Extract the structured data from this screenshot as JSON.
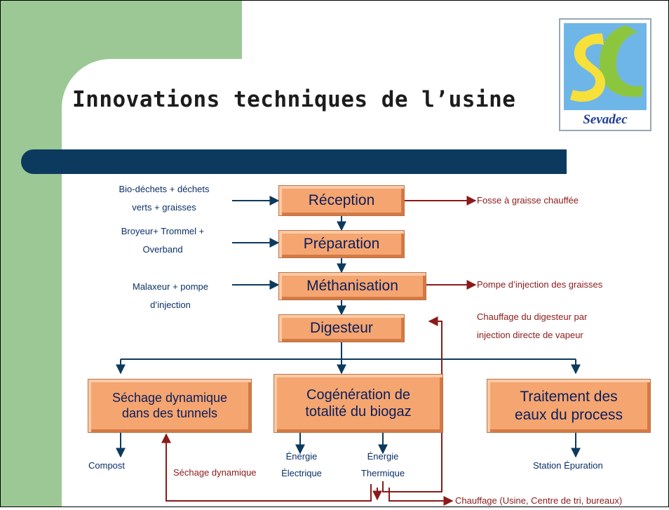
{
  "slide": {
    "title": "Innovations techniques de l’usine",
    "logo_text": "Sevadec",
    "colors": {
      "green_band": "#9bc895",
      "navy_bar": "#0c3a5e",
      "box": "#f5a570",
      "input_arrow": "#0c3a5e",
      "heat_arrow": "#8b1a1a"
    }
  },
  "process": {
    "reception": "Réception",
    "preparation": "Préparation",
    "methanisation": "Méthanisation",
    "digesteur": "Digesteur",
    "sechage": "Séchage dynamique\ndans des tunnels",
    "cogeneration": "Cogénération de\ntotalité du biogaz",
    "traitement": "Traitement des\neaux du process"
  },
  "inputs": {
    "biodechets": "Bio-déchets + déchets\nverts + graisses",
    "broyeur": "Broyeur+ Trommel +\nOverband",
    "malaxeur": "Malaxeur  + pompe\nd’injection"
  },
  "side_outputs": {
    "fosse": "Fosse à graisse chauffée",
    "pompe": "Pompe d’injection des graisses",
    "chauffage_digesteur": "Chauffage du digesteur par\ninjection directe de vapeur"
  },
  "outputs": {
    "compost": "Compost",
    "energie_electrique": "Énergie\nÉlectrique",
    "energie_thermique": "Énergie\nThermique",
    "station": "Station Épuration",
    "sechage_dynamique": "Séchage dynamique",
    "chauffage_usine": "Chauffage (Usine, Centre de tri, bureaux)"
  }
}
